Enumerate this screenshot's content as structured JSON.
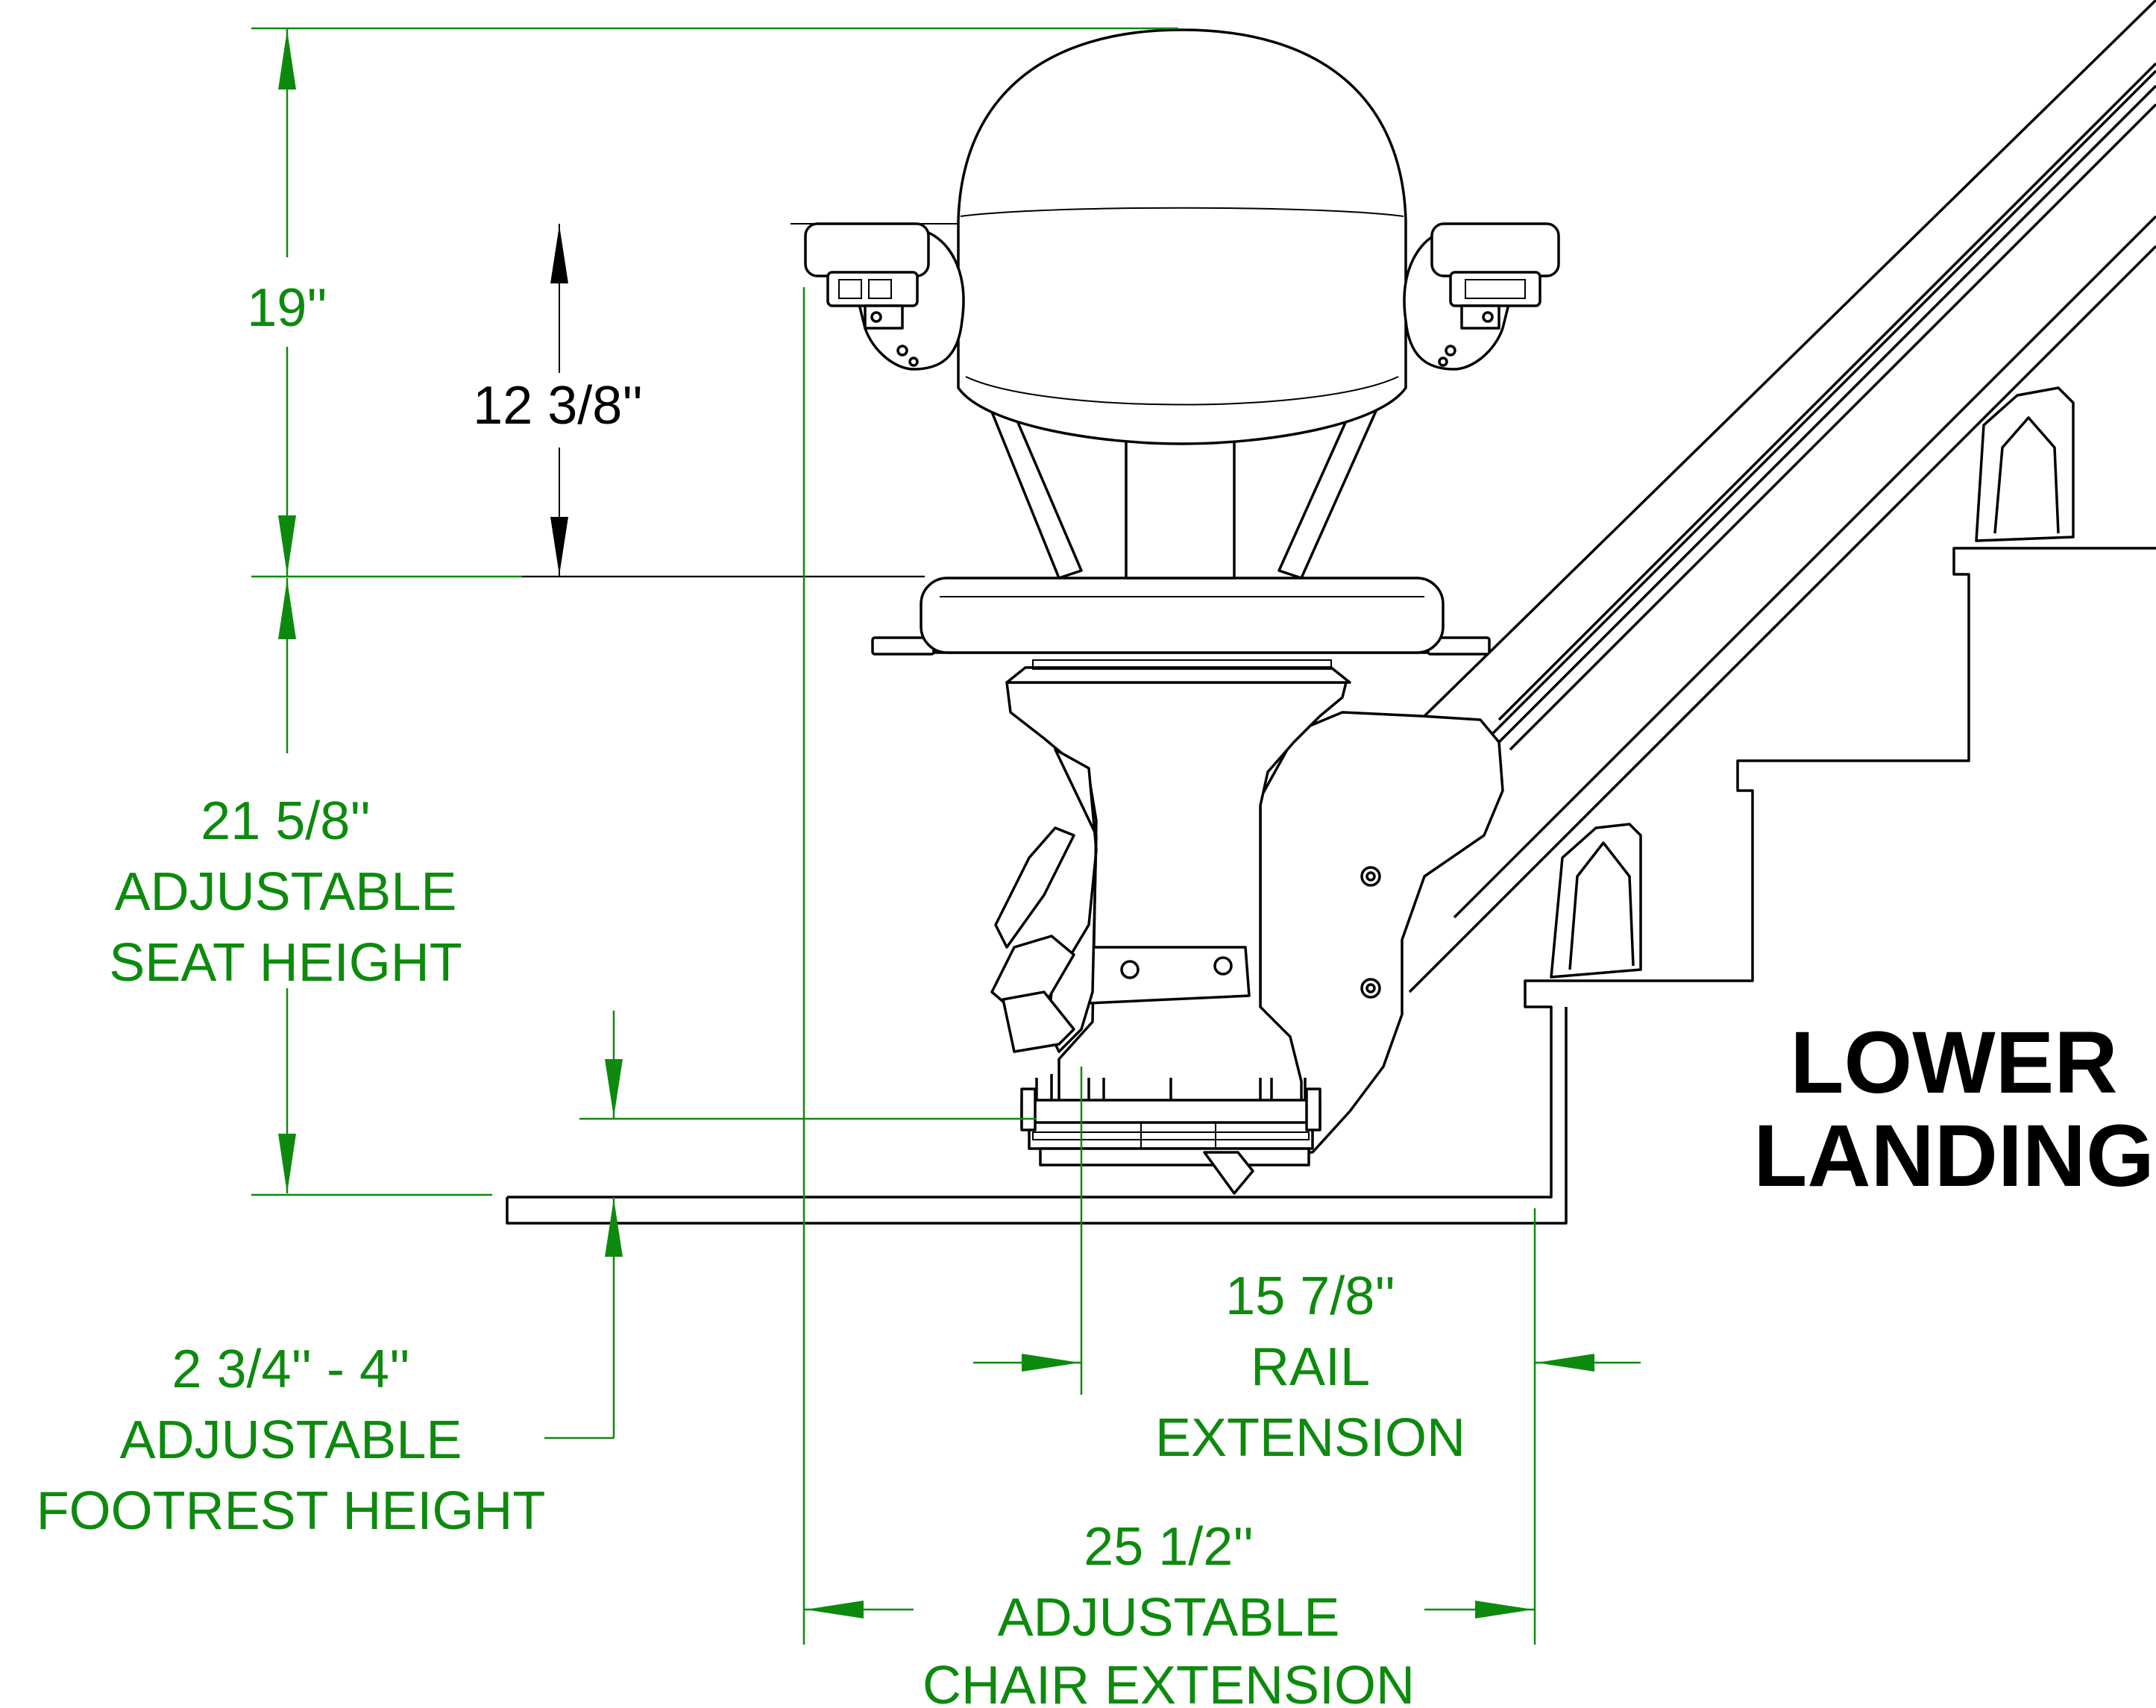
{
  "colors": {
    "dimension_green": "#0d8a0d",
    "line_black": "#000000",
    "background": "#ffffff"
  },
  "title": {
    "line1": "LOWER",
    "line2": "LANDING"
  },
  "dimensions": {
    "overall_height": {
      "value": "19''"
    },
    "backrest_height": {
      "value": "12 3/8''"
    },
    "seat_height": {
      "value": "21 5/8''",
      "line2": "ADJUSTABLE",
      "line3": "SEAT HEIGHT"
    },
    "footrest_height": {
      "value": "2 3/4'' - 4''",
      "line2": "ADJUSTABLE",
      "line3": "FOOTREST HEIGHT"
    },
    "rail_extension": {
      "value": "15 7/8''",
      "line2": "RAIL",
      "line3": "EXTENSION"
    },
    "chair_extension": {
      "value": "25 1/2''",
      "line2": "ADJUSTABLE",
      "line3": "CHAIR EXTENSION"
    }
  }
}
